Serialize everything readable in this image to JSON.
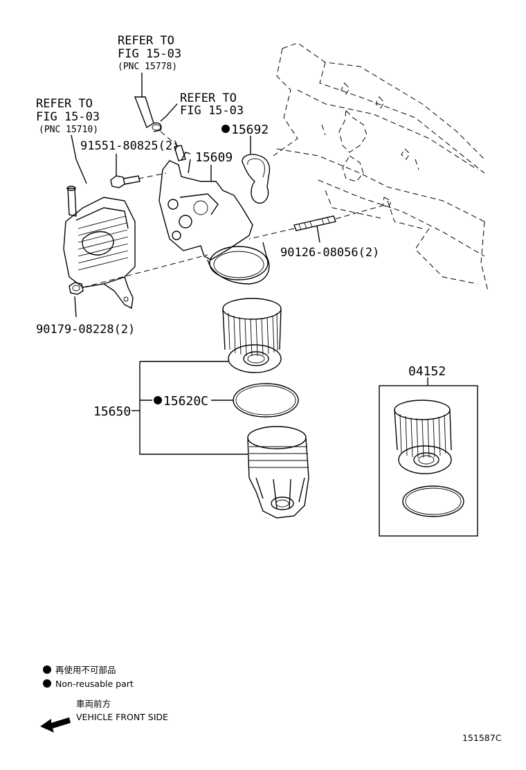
{
  "refs": {
    "top": {
      "line1": "REFER TO",
      "line2": "FIG 15-03",
      "line3": "(PNC 15778)"
    },
    "left": {
      "line1": "REFER TO",
      "line2": "FIG 15-03",
      "line3": "(PNC 15710)"
    },
    "middle": {
      "line1": "REFER TO",
      "line2": "FIG 15-03"
    }
  },
  "parts": {
    "p15692": "15692",
    "p91551": "91551-80825(2)",
    "p15609": "15609",
    "p90126": "90126-08056(2)",
    "p90179": "90179-08228(2)",
    "p15620c": "15620C",
    "p15650": "15650",
    "p04152": "04152"
  },
  "legend": {
    "jp_nonreusable": "再使用不可部品",
    "en_nonreusable": "Non-reusable part",
    "jp_front": "車両前方",
    "en_front": "VEHICLE FRONT SIDE"
  },
  "figure_code": "151587C"
}
